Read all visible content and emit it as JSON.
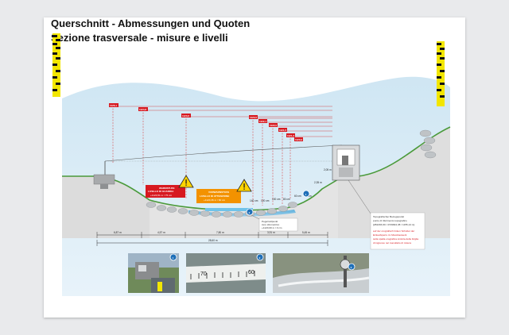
{
  "title": {
    "de": "Querschnitt - Abmessungen und Quoten",
    "it": "Sezione trasversale - misure e livelli"
  },
  "warning_red": {
    "line1": "WARNSTUFE",
    "line2": "LIVELLO DI GUARDIA",
    "value": "+1120,51 m / 75 cm",
    "color": "#d71920"
  },
  "warning_orange": {
    "line1": "VORWARNSTUFE",
    "line2": "LIVELLO DI ATTENZIONE",
    "value": "+1120,36 m / 60 cm",
    "color": "#f39200"
  },
  "gauge_zero": {
    "line1": "Pegelnullpunkt",
    "line2": "zero idrometrico",
    "value": "+1120,00 m / 0 cm"
  },
  "reference_point": {
    "line1": "Topografischer Bezugspunkt",
    "line2": "punto di riferimento topografico",
    "line3": "[284293,00 / 4749824,38 / 1155,14 m]",
    "line4": "auf der orografisch linken Schulter der",
    "line5": "Einlaufsperre im Messbauwerk",
    "line6": "sulla spalla orografica sinistra della briglia",
    "line7": "di ingresso nel manufatto di misura"
  },
  "level_markers": [
    "1126,1",
    "1124,8",
    "1123,6",
    "1123,5",
    "1122,1",
    "1122,0",
    "1121,5",
    "1121,3",
    "1120,9"
  ],
  "short_labels": [
    "2,05 m",
    "2,35 m",
    "40 cm",
    "60 cm",
    "80 cm",
    "100 cm",
    "120 cm",
    "140 cm"
  ],
  "dimensions": {
    "segments": [
      "6,87 m",
      "4,57 m",
      "7,80 m",
      "3,91 m",
      "5,45 m"
    ],
    "total": "28,60 m"
  },
  "badges": [
    "1",
    "2",
    "3"
  ],
  "photos": {
    "gauge_numbers": [
      "70",
      "60"
    ]
  },
  "icons": [
    "warning-triangle-icon",
    "info-badge-icon",
    "ruler-strip-icon"
  ]
}
